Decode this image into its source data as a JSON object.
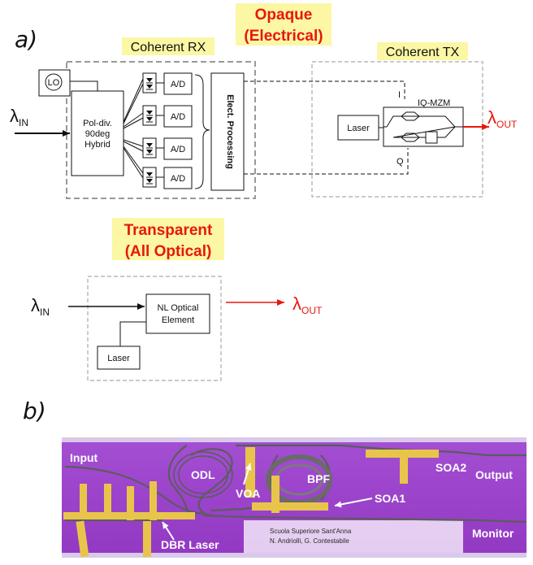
{
  "panel_a": {
    "label": "a)",
    "opaque": {
      "line1": "Opaque",
      "line2": "(Electrical)"
    },
    "rx": {
      "title": "Coherent RX",
      "lo": "LO",
      "hybrid": [
        "Pol-div.",
        "90deg",
        "Hybrid"
      ],
      "adc": [
        "A/D",
        "A/D",
        "A/D",
        "A/D"
      ],
      "processing": "Elect. Processing"
    },
    "tx": {
      "title": "Coherent TX",
      "laser": "Laser",
      "modulator": "IQ-MZM",
      "i_label": "I",
      "q_label": "Q"
    },
    "lambda_in": {
      "sym": "λ",
      "sub": "IN"
    },
    "lambda_out": {
      "sym": "λ",
      "sub": "OUT"
    },
    "transparent": {
      "line1": "Transparent",
      "line2": "(All Optical)",
      "element": [
        "NL Optical",
        "Element"
      ],
      "laser": "Laser"
    }
  },
  "panel_b": {
    "label": "b)",
    "labels": {
      "input": "Input",
      "odl": "ODL",
      "voa": "VOA",
      "bpf": "BPF",
      "soa1": "SOA1",
      "soa2": "SOA2",
      "output": "Output",
      "monitor": "Monitor",
      "dbr": "DBR Laser"
    },
    "credit": [
      "Scuola Superiore Sant'Anna",
      "N. Andriolli, G. Contestabile"
    ]
  },
  "colors": {
    "highlight": "#fbf7a4",
    "red": "#e8170d",
    "chip_bg": "#9b3fc9",
    "chip_gold": "#e8c54a"
  }
}
